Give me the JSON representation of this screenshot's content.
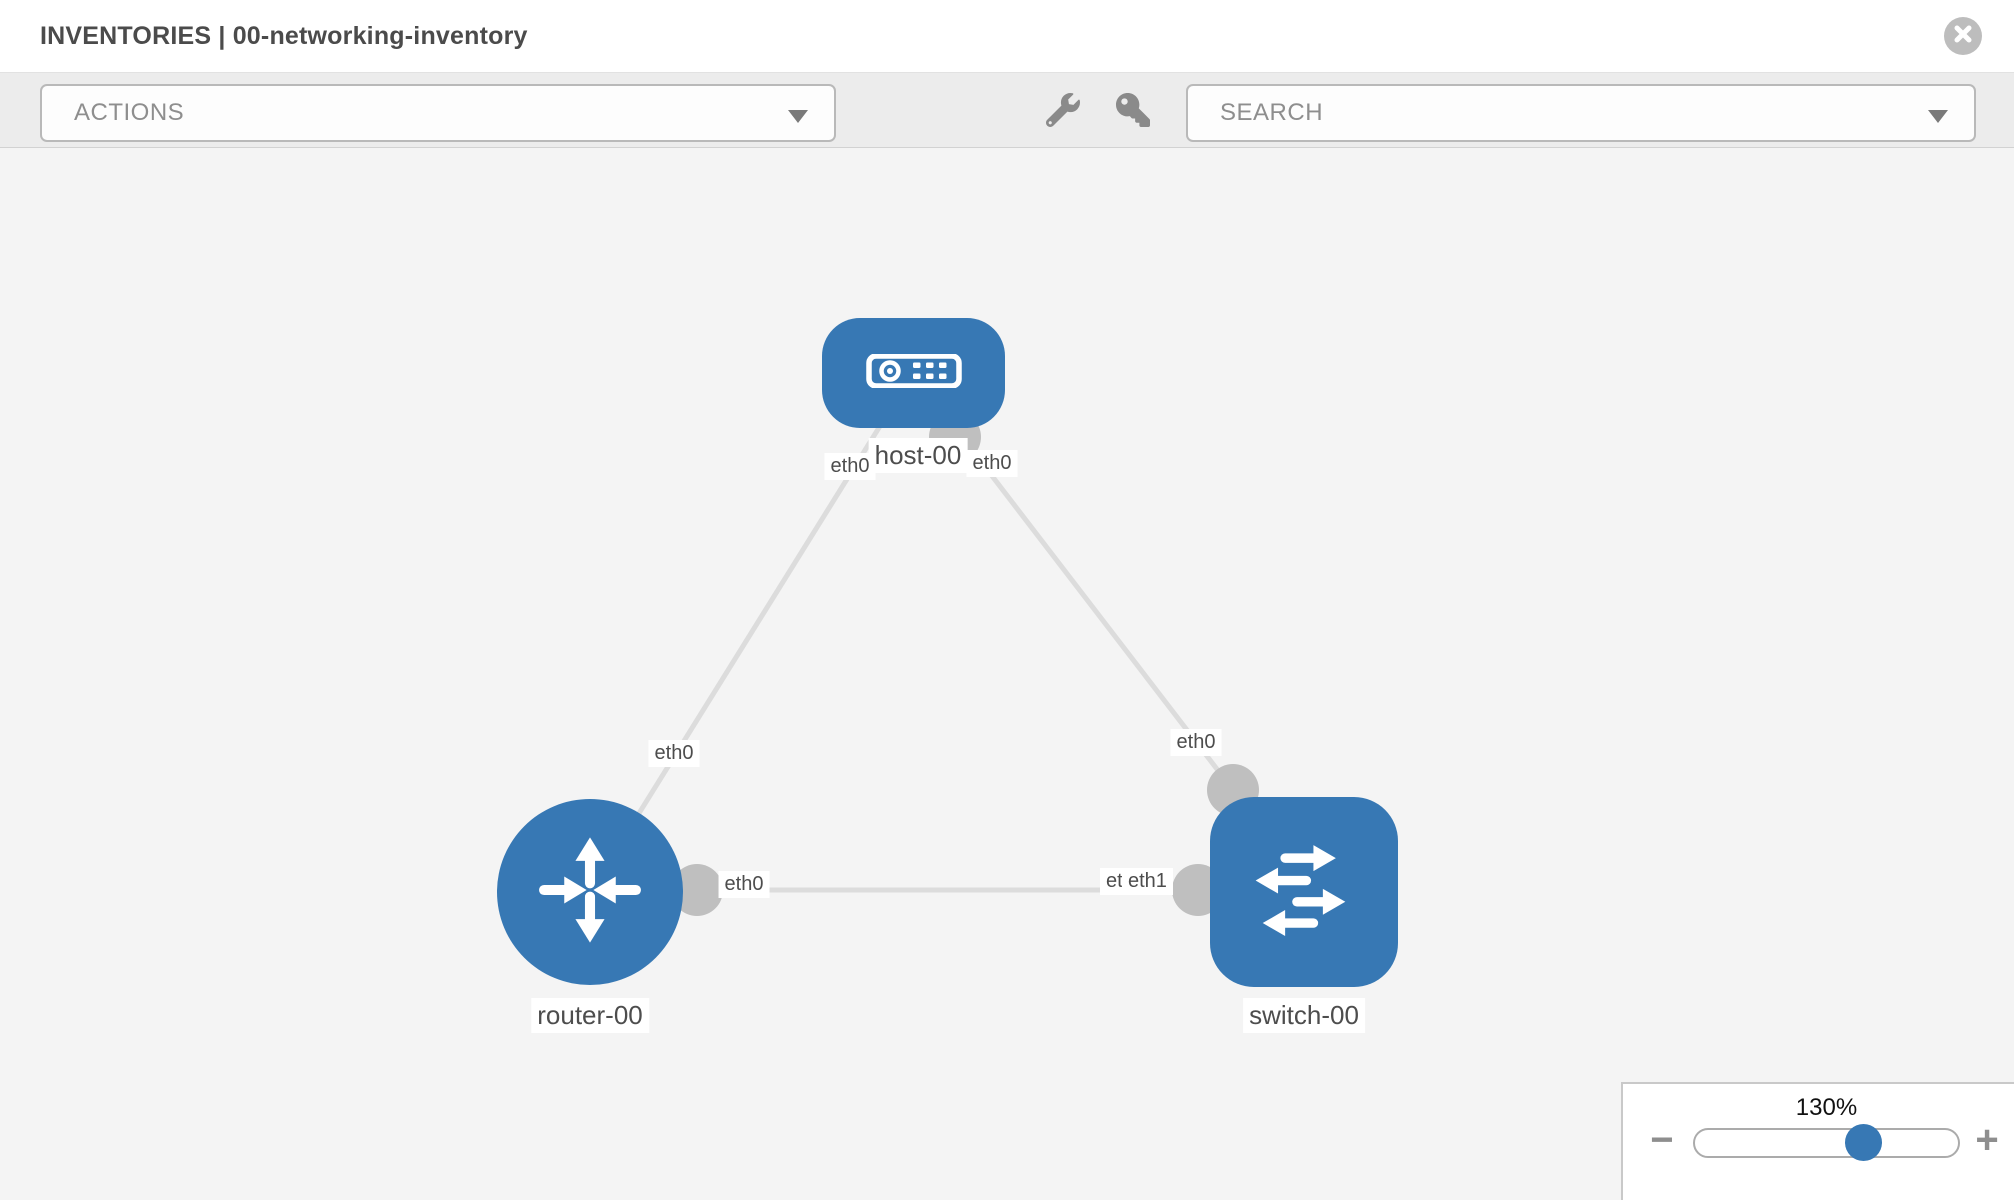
{
  "header": {
    "title": "INVENTORIES | 00-networking-inventory"
  },
  "toolbar": {
    "actions_label": "ACTIONS",
    "search_label": "SEARCH"
  },
  "topology": {
    "nodes": [
      {
        "label": "host-00",
        "type": "host"
      },
      {
        "label": "router-00",
        "type": "router"
      },
      {
        "label": "switch-00",
        "type": "switch"
      }
    ],
    "links": [
      {
        "from": "host-00",
        "to": "router-00",
        "from_interface": "eth0",
        "to_interface": "eth0"
      },
      {
        "from": "host-00",
        "to": "switch-00",
        "from_interface": "eth0",
        "to_interface": "eth0"
      },
      {
        "from": "router-00",
        "to": "switch-00",
        "from_interface": "eth0",
        "to_interface": "eth1"
      }
    ],
    "interface_labels": {
      "host_to_router_near_host": "eth0",
      "host_to_switch_near_host": "eth0",
      "host_to_router_near_router": "eth0",
      "host_to_switch_near_switch": "eth0",
      "router_to_switch_near_router": "eth0",
      "router_to_switch_near_switch_back": "eth0",
      "router_to_switch_near_switch": "eth1"
    }
  },
  "zoom_panel": {
    "level": "130%",
    "minus_label": "−",
    "plus_label": "+",
    "slider_percent": 64
  },
  "colors": {
    "node_blue": "#3778b4",
    "connector_gray": "#bfbfbf",
    "link_gray": "#dcdcdc",
    "toolbar_bg": "#ececec",
    "canvas_bg": "#f4f4f4"
  }
}
